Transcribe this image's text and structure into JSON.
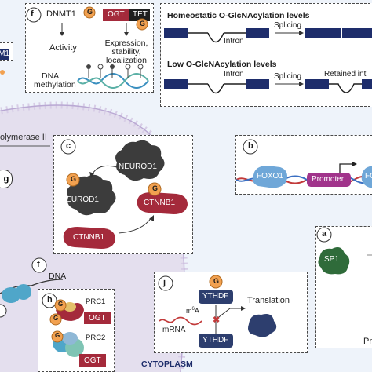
{
  "colors": {
    "background": "#eef3fa",
    "cell_membrane": "#d7cde6",
    "nucleus": "#e4dfee",
    "ogt_red": "#a42a3b",
    "glcnac_orange": "#f2a150",
    "exon_navy": "#1e2d6b",
    "neurod1_dark": "#3c3c3c",
    "sp1_green": "#2f6b3a",
    "foxo1_blue": "#6fa7d8",
    "promoter_purple": "#a1348b",
    "mrna_red": "#c23a3a",
    "ythdf_navy": "#2d3e6e",
    "histone_blue": "#4fa6c9"
  },
  "panel_f_top": {
    "letter": "f",
    "dnmt1": "DNMT1",
    "glycan": "G",
    "ogt": "OGT",
    "tet": "TET",
    "activity": "Activity",
    "expression_lines": [
      "Expression,",
      "stability,",
      "localization"
    ],
    "dna_methylation_lines": [
      "DNA",
      "methylation"
    ]
  },
  "panel_splicing": {
    "homeostatic_title": "Homeostatic O-GlcNAcylation levels",
    "low_title": "Low O-GlcNAcylation levels",
    "intron": "Intron",
    "splicing": "Splicing",
    "retained": "Retained int"
  },
  "left_edge": {
    "m1_label": "M1",
    "polymerase": "olymerase II",
    "g_letter": "g"
  },
  "panel_c": {
    "letter": "c",
    "neurod1": "NEUROD1",
    "neurod1_glyco": "NEUROD1",
    "glycan": "G",
    "ctnnb1": "CTNNB1",
    "ctnnb1_glyco": "CTNNB1"
  },
  "panel_b": {
    "letter": "b",
    "foxo1": "FOXO1",
    "promoter": "Promoter",
    "foxo_partial": "FOXO"
  },
  "panel_a": {
    "letter": "a",
    "sp1": "SP1",
    "pro_partial": "Pro"
  },
  "panel_h": {
    "letter": "h",
    "prc1": "PRC1",
    "prc2": "PRC2",
    "ogt": "OGT",
    "glycan": "G"
  },
  "nucleus_lower": {
    "f_letter": "f",
    "dna": "DNA"
  },
  "panel_j": {
    "letter": "j",
    "ythdf": "YTHDF",
    "glycan": "G",
    "m6a": "m6A",
    "m6a_base": "m",
    "m6a_sup": "6",
    "m6a_tail": "A",
    "mrna": "mRNA",
    "translation": "Translation",
    "block_mark": "✖"
  },
  "cytoplasm_label": "CYTOPLASM"
}
